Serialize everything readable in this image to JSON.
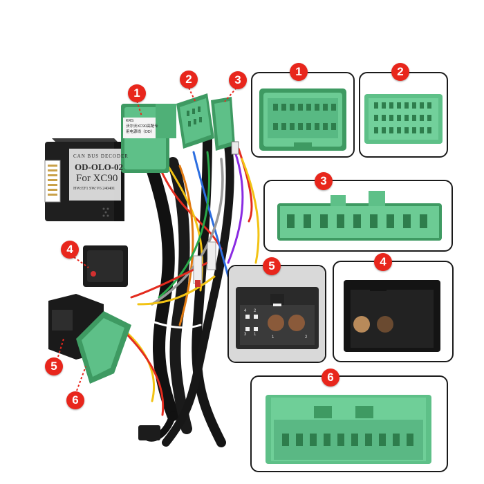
{
  "decoder": {
    "brand_line": "CAN  BUS  DECODER",
    "model": "OD-OLO-02",
    "car": "For XC90",
    "version_line": "HW:EF1  SW:V6  240401"
  },
  "sticker": {
    "code": "KRS",
    "line1": "沃尔沃XC90高配专",
    "line2": "用电源线（OD）"
  },
  "callouts": {
    "main_1": "1",
    "main_2": "2",
    "main_3": "3",
    "main_4": "4",
    "main_5": "5",
    "main_6": "6"
  },
  "panels": [
    {
      "number": "1"
    },
    {
      "number": "2"
    },
    {
      "number": "3"
    },
    {
      "number": "5"
    },
    {
      "number": "4"
    },
    {
      "number": "6"
    }
  ],
  "pin_labels_panel5": {
    "a": "4",
    "b": "2",
    "c": "3",
    "d": "1",
    "e": "1",
    "f": "2"
  },
  "colors": {
    "connector_green": "#5ec088",
    "connector_dark_green": "#3e9a62",
    "badge_red": "#e8261c",
    "housing_black": "#1c1c1c",
    "panel_border": "#1a1a1a"
  }
}
